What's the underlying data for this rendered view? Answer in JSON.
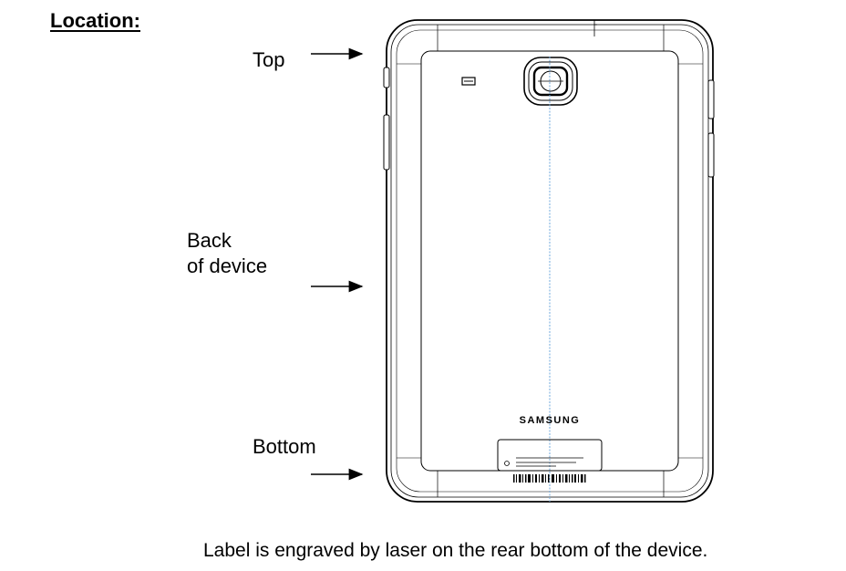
{
  "heading": "Location:",
  "labels": {
    "top": "Top",
    "back_line1": "Back",
    "back_line2": "of device",
    "bottom": "Bottom"
  },
  "device": {
    "brand": "SAMSUNG"
  },
  "caption": "Label is engraved by laser on the rear bottom of the device.",
  "colors": {
    "line": "#000000",
    "centerline": "#6fa8dc"
  }
}
